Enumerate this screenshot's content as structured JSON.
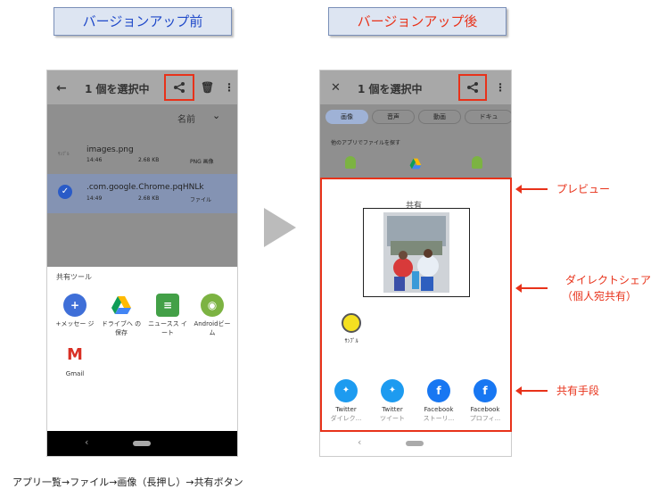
{
  "labels": {
    "before": "バージョンアップ前",
    "after": "バージョンアップ後"
  },
  "before": {
    "title": "1 個を選択中",
    "sort_label": "名前",
    "files": [
      {
        "thumb": "ｻﾝﾌﾟﾙ",
        "name": "images.png",
        "time": "14:46",
        "size": "2.68 KB",
        "type": "PNG 画像"
      },
      {
        "name": ".com.google.Chrome.pqHNLk",
        "time": "14:49",
        "size": "2.68 KB",
        "type": "ファイル"
      }
    ],
    "share_title": "共有ツール",
    "apps": [
      {
        "label": "+メッセー ジ",
        "icon": "messages-icon"
      },
      {
        "label": "ドライブへ の保存",
        "icon": "drive-icon"
      },
      {
        "label": "ニュースス イート",
        "icon": "news-icon"
      },
      {
        "label": "Androidビー ム",
        "icon": "android-icon"
      },
      {
        "label": "Gmail",
        "icon": "gmail-icon"
      }
    ]
  },
  "after": {
    "title": "1 個を選択中",
    "chips": [
      "画像",
      "音声",
      "動画",
      "ドキュ"
    ],
    "hint": "他のアプリでファイルを探す",
    "sheet_title": "共有",
    "direct_label": "ｻﾝﾌﾟﾙ",
    "targets": [
      {
        "name": "Twitter",
        "sub": "ダイレク...",
        "icon": "twitter-icon"
      },
      {
        "name": "Twitter",
        "sub": "ツイート",
        "icon": "twitter-icon"
      },
      {
        "name": "Facebook",
        "sub": "ストーリ...",
        "icon": "facebook-icon"
      },
      {
        "name": "Facebook",
        "sub": "プロフィ...",
        "icon": "facebook-icon"
      }
    ]
  },
  "annotations": {
    "preview": "プレビュー",
    "direct_line1": "ダイレクトシェア",
    "direct_line2": "（個人宛共有）",
    "means": "共有手段"
  },
  "caption": "アプリ一覧→ファイル→画像（長押し）→共有ボタン",
  "colors": {
    "accent_red": "#e8321a",
    "blue_label": "#1f49c9",
    "twitter": "#1d9bf0",
    "facebook": "#1877f2"
  }
}
